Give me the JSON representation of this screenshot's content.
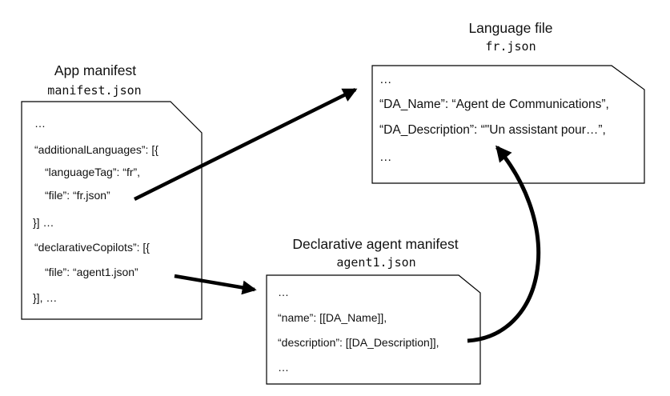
{
  "diagram": {
    "background": "#ffffff",
    "ink": "#000000"
  },
  "nodes": {
    "app_manifest": {
      "title": "App manifest",
      "filename": "manifest.json",
      "lines": [
        "…",
        "“additionalLanguages”: [{",
        "“languageTag”: “fr”,",
        "“file”: “fr.json”",
        "}] …",
        "“declarativeCopilots”: [{",
        "“file”: “agent1.json”",
        "}], …"
      ]
    },
    "language_file": {
      "title": "Language file",
      "filename": "fr.json",
      "lines": [
        "…",
        "“DA_Name”: “Agent de Communications”,",
        "“DA_Description”: “\"Un assistant pour…”,",
        "…"
      ]
    },
    "agent_manifest": {
      "title": "Declarative agent manifest",
      "filename": "agent1.json",
      "lines": [
        "…",
        "“name”: [[DA_Name]],",
        "“description”: [[DA_Description]],",
        "…"
      ]
    }
  },
  "arrows": [
    {
      "id": "fr-json-reference",
      "from": "app_manifest “file”: “fr.json”",
      "to": "language_file"
    },
    {
      "id": "agent1-json-reference",
      "from": "app_manifest “file”: “agent1.json”",
      "to": "agent_manifest"
    },
    {
      "id": "da-description-lookup",
      "from": "agent_manifest “description”",
      "to": "language_file “DA_Description”"
    }
  ]
}
